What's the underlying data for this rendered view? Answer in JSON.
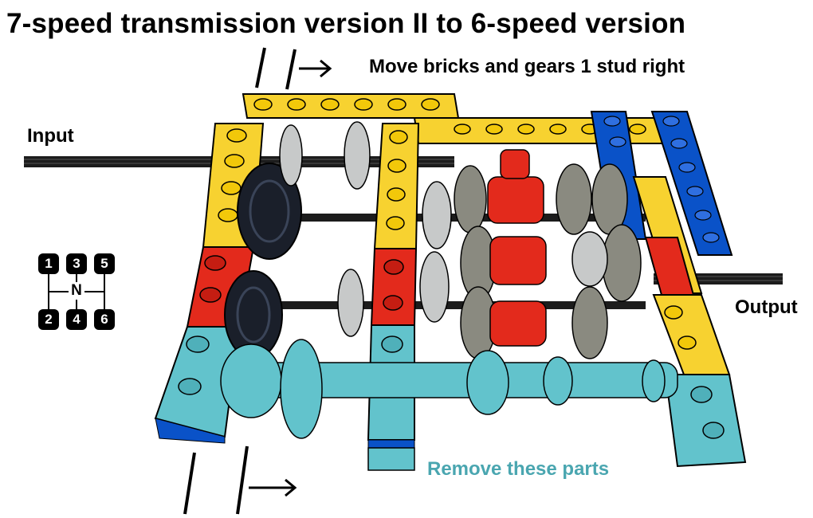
{
  "title": "7-speed transmission version II to 6-speed version",
  "labels": {
    "move": "Move bricks and gears 1 stud right",
    "input": "Input",
    "output": "Output",
    "remove": "Remove these parts"
  },
  "shift_pattern": {
    "neutral": "N",
    "gears": [
      "1",
      "3",
      "5",
      "2",
      "4",
      "6"
    ]
  },
  "colors": {
    "yellow": "#f7d230",
    "red": "#e32a1c",
    "blue": "#0a52c8",
    "teal": "#62c3cc",
    "black": "#1a1f2a",
    "gray": "#c7c9c9",
    "dark_gray": "#8a8a80",
    "remove_text": "#4aa6b0"
  }
}
